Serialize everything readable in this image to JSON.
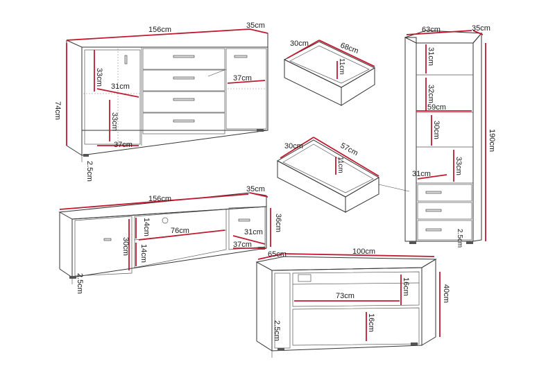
{
  "sideboard": {
    "width": "156cm",
    "depth": "35cm",
    "height": "74cm",
    "shelf_h1": "33cm",
    "shelf_d": "31cm",
    "shelf_h2": "33cm",
    "shelf_w": "37cm",
    "drawer_d": "37cm",
    "foot": "2.5cm"
  },
  "drawer_large": {
    "depth": "30cm",
    "width": "68cm",
    "height": "11cm"
  },
  "drawer_small": {
    "depth": "30cm",
    "width": "57cm",
    "height": "11cm"
  },
  "tall_cabinet": {
    "width": "63cm",
    "depth": "35cm",
    "height": "190cm",
    "shelf_h1": "31cm",
    "shelf_h2": "32cm",
    "shelf_w": "59cm",
    "shelf_h3": "30cm",
    "shelf_h4": "33cm",
    "shelf_d": "31cm",
    "foot": "2.5cm"
  },
  "tv_bench": {
    "width": "156cm",
    "depth": "35cm",
    "height": "36cm",
    "open_h1": "14cm",
    "open_w": "76cm",
    "open_h2": "14cm",
    "door_h": "30cm",
    "side_d": "31cm",
    "side_w": "37cm",
    "foot": "2.5cm"
  },
  "coffee_table": {
    "depth": "65cm",
    "width": "100cm",
    "height": "40cm",
    "shelf_h": "16cm",
    "shelf_w": "73cm",
    "lower_h": "16cm",
    "foot": "2.5cm"
  }
}
